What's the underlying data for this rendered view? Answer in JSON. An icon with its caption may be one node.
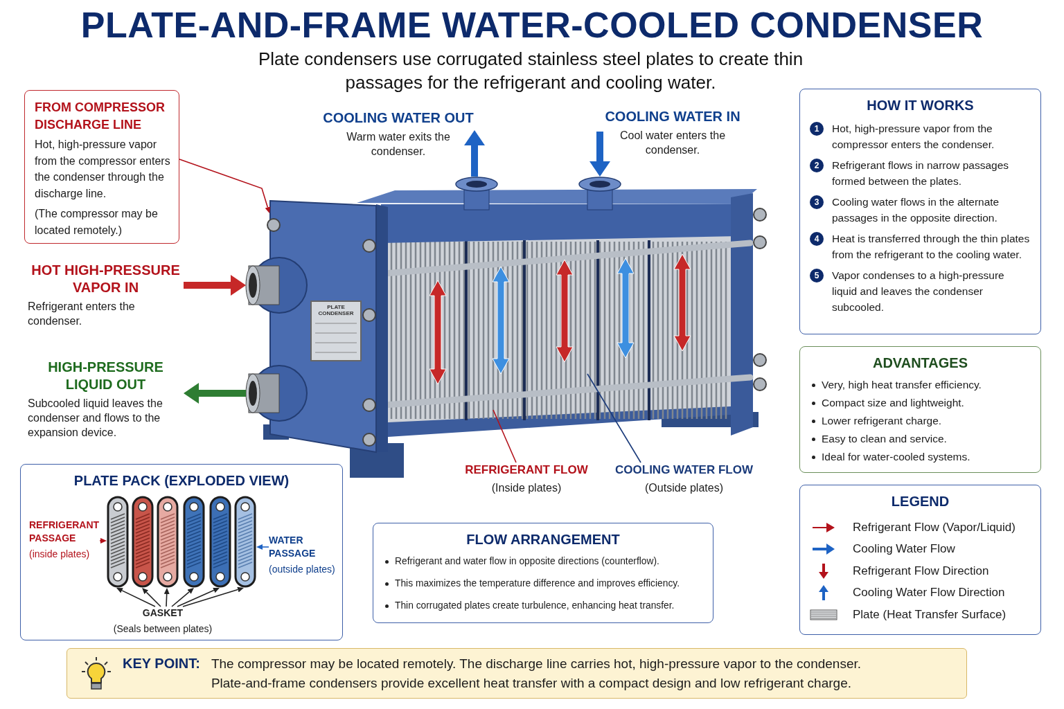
{
  "diagram": {
    "title": "PLATE-AND-FRAME WATER-COOLED CONDENSER",
    "nodes": [
      {
        "text": [],
        "shape": "picture"
      },
      {
        "text": [
          "FROM COMPRESSOR DISCHARGE LINE",
          "Hot, high-pressure vapor from the compressor enters the condenser through the discharge line.",
          "(The compressor may be located remotely.)"
        ]
      },
      {
        "text": [
          "HOT HIGH-PRESSURE VAPOR IN",
          "Refrigerant enters the condenser."
        ]
      },
      {
        "text": [
          "HIGH-PRESSURE LIQUID OUT",
          "Subcooled liquid leaves the condenser and flows to the expansion device."
        ]
      },
      {
        "text": [
          "COOLING WATER OUT",
          "Warm water exits the condenser."
        ]
      },
      {
        "text": [
          "COOLING WATER IN",
          "Cool water enters the condenser."
        ]
      },
      {
        "text": [
          "REFRIGERANT FLOW",
          "(Inside plates)"
        ]
      },
      {
        "text": [
          "COOLING WATER FLOW",
          "(Outside plates)"
        ]
      },
      {
        "text": [
          "HOW IT WORKS"
        ]
      },
      {
        "text": [
          "1",
          "Hot, high-pressure vapor from the compressor enters the condenser."
        ],
        "in": 8
      },
      {
        "text": [
          "2",
          "Refrigerant flows in narrow passages formed between the plates."
        ],
        "in": 8
      },
      {
        "text": [
          "3",
          "Cooling water flows in the alternate passages in the opposite direction."
        ],
        "in": 8
      },
      {
        "text": [
          "4",
          "Heat is transferred through the thin plates from the refrigerant to the cooling water."
        ],
        "in": 8
      },
      {
        "text": [
          "5",
          "Vapor condenses to a high-pressure liquid and leaves the condenser subcooled."
        ],
        "in": 8
      },
      {
        "text": [
          "ADVANTAGES",
          "Very, high heat transfer efficiency.",
          "Compact size and lightweight.",
          "Lower refrigerant charge.",
          "Easy to clean and service.",
          "Ideal for water-cooled systems."
        ]
      },
      {
        "text": [
          "PLATE PACK (EXPLODED VIEW)"
        ]
      },
      {
        "text": [],
        "shape": "picture",
        "in": 15
      },
      {
        "text": [],
        "shape": "picture",
        "in": 15
      },
      {
        "text": [],
        "shape": "picture",
        "in": 15
      },
      {
        "text": [],
        "shape": "picture",
        "in": 15
      },
      {
        "text": [],
        "shape": "picture",
        "in": 15
      },
      {
        "text": [],
        "shape": "picture",
        "in": 15
      },
      {
        "text": [
          "REFRIGERANT PASSAGE",
          "(inside plates)"
        ],
        "in": 15
      },
      {
        "text": [
          "WATER PASSAGE",
          "(outside plates)"
        ],
        "in": 15
      },
      {
        "text": [
          "GASKET",
          "(Seals between plates)"
        ],
        "in": 15
      },
      {
        "text": [
          "FLOW ARRANGEMENT",
          "Refrigerant and water flow in opposite directions (counterflow).",
          "This maximizes the temperature difference and improves efficiency.",
          "Thin corrugated plates create turbulence, enhancing heat transfer."
        ]
      },
      {
        "text": [
          "KEY POINT:",
          "The compressor may be located remotely. The discharge line carries hot, high-pressure vapor to the condenser. Plate-and-frame condensers provide excellent heat transfer with a compact design and low refrigerant charge."
        ]
      }
    ],
    "edges": [
      {
        "from": 1,
        "to": 0,
        "arrow": "to",
        "color": "#b3121b"
      },
      {
        "from": 2,
        "to": 0,
        "arrow": "to",
        "style": "thick",
        "color": "#c62828"
      },
      {
        "from": 0,
        "to": 3,
        "arrow": "to",
        "style": "thick",
        "color": "#2e7d32"
      },
      {
        "from": 0,
        "to": 4,
        "arrow": "to",
        "style": "thick",
        "color": "#1e63c4"
      },
      {
        "from": 5,
        "to": 0,
        "arrow": "to",
        "style": "thick",
        "color": "#1e63c4"
      },
      {
        "from": 6,
        "to": 0,
        "arrow": "none",
        "color": "#b3121b"
      },
      {
        "from": 7,
        "to": 0,
        "arrow": "none",
        "color": "#1a3a7a"
      },
      {
        "from": 22,
        "to": 16,
        "arrow": "to",
        "color": "#b3121b"
      },
      {
        "from": 23,
        "to": 21,
        "arrow": "to",
        "color": "#1e63c4"
      },
      {
        "from": 24,
        "to": 16,
        "arrow": "to"
      },
      {
        "from": 24,
        "to": 17,
        "arrow": "to"
      },
      {
        "from": 24,
        "to": 18,
        "arrow": "to"
      },
      {
        "from": 24,
        "to": 19,
        "arrow": "to"
      },
      {
        "from": 24,
        "to": 20,
        "arrow": "to"
      },
      {
        "from": 24,
        "to": 21,
        "arrow": "to"
      }
    ],
    "labels": [
      "Plate condensers use corrugated stainless steel plates to create thin passages for the refrigerant and cooling water.",
      "PLATE CONDENSER",
      "LEGEND"
    ],
    "legend": [
      {
        "text": "Refrigerant Flow (Vapor/Liquid)"
      },
      {
        "text": "Cooling Water Flow"
      },
      {
        "text": "Refrigerant Flow Direction"
      },
      {
        "text": "Cooling Water Flow Direction"
      },
      {
        "text": "Plate (Heat Transfer Surface)"
      }
    ]
  }
}
